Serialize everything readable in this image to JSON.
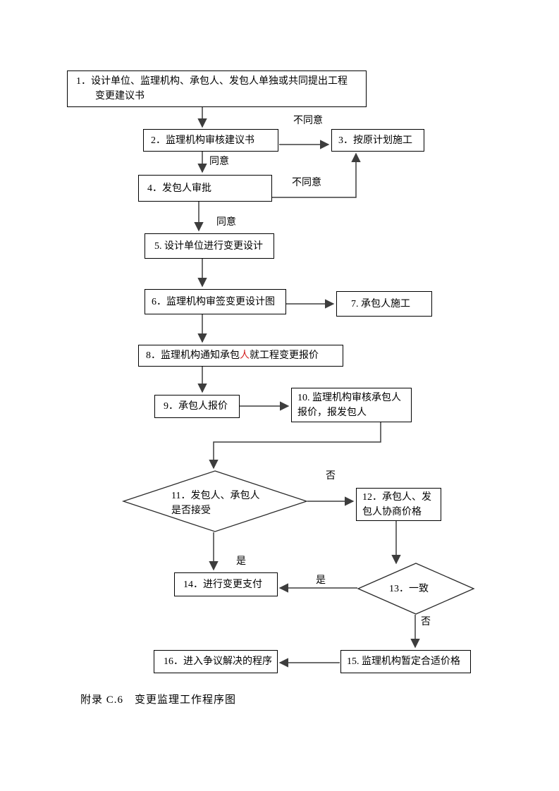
{
  "caption": "附录 C.6　变更监理工作程序图",
  "colors": {
    "background": "#ffffff",
    "line": "#3d3d3d",
    "box_border": "#000000",
    "text": "#000000",
    "highlight_red": "#d42222"
  },
  "nodes": {
    "n1": {
      "lines": [
        "1．设计单位、监理机构、承包人、发包人单独或共同提出工程",
        "变更建议书"
      ]
    },
    "n2": {
      "label": "2．监理机构审核建议书"
    },
    "n3": {
      "label": "3．按原计划施工"
    },
    "n4": {
      "label": "4．发包人审批"
    },
    "n5": {
      "label": "5. 设计单位进行变更设计"
    },
    "n6": {
      "label": "6．监理机构审签变更设计图"
    },
    "n7": {
      "label": "7. 承包人施工"
    },
    "n8": {
      "prefix": "8．监理机构通知承包",
      "highlight": "人",
      "suffix": "就工程变更报价"
    },
    "n9": {
      "label": "9．承包人报价"
    },
    "n10": {
      "lines": [
        "10. 监理机构审核承包人",
        "报价，报发包人"
      ]
    },
    "n11": {
      "lines": [
        "11．发包人、承包人",
        "是否接受"
      ]
    },
    "n12": {
      "lines": [
        "12．承包人、发",
        "包人协商价格"
      ]
    },
    "n13": {
      "label": "13．一致"
    },
    "n14": {
      "label": "14．进行变更支付"
    },
    "n15": {
      "label": "15. 监理机构暂定合适价格"
    },
    "n16": {
      "label": "16．进入争议解决的程序"
    }
  },
  "edge_labels": {
    "disagree_2_3": "不同意",
    "agree_2_4": "同意",
    "disagree_4_3": "不同意",
    "agree_4_5": "同意",
    "no_11_12": "否",
    "yes_11_14": "是",
    "yes_13_14": "是",
    "no_13_15": "否"
  }
}
